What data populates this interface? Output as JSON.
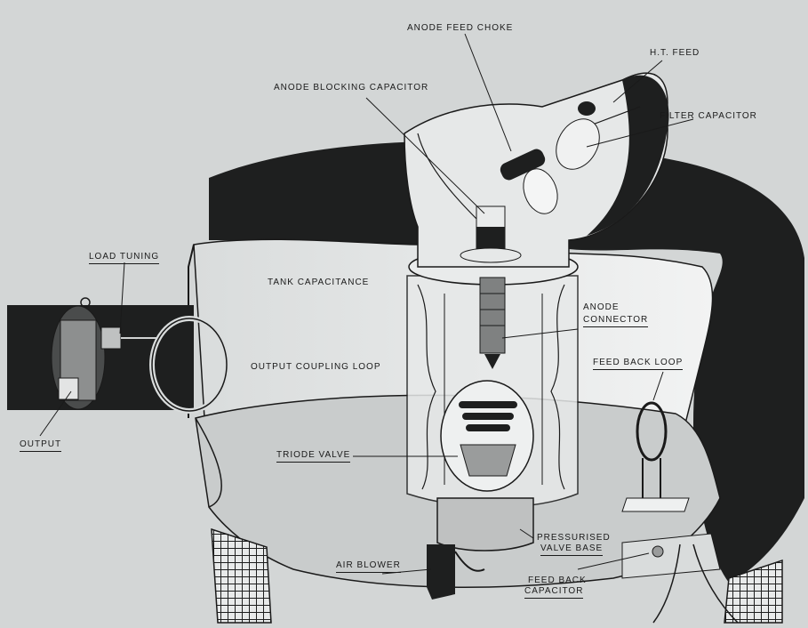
{
  "labels": {
    "anode_feed_choke": "ANODE FEED CHOKE",
    "ht_feed": "H.T. FEED",
    "anode_blocking_capacitor": "ANODE BLOCKING CAPACITOR",
    "filter_capacitor": "FILTER CAPACITOR",
    "load_tuning": "LOAD TUNING",
    "tank_capacitance": "TANK CAPACITANCE",
    "anode_connector_1": "ANODE",
    "anode_connector_2": "CONNECTOR",
    "output_coupling_loop": "OUTPUT COUPLING LOOP",
    "feed_back_loop": "FEED BACK LOOP",
    "output": "OUTPUT",
    "triode_valve": "TRIODE VALVE",
    "pressurised_valve_base_1": "PRESSURISED",
    "pressurised_valve_base_2": "VALVE BASE",
    "air_blower": "AIR BLOWER",
    "feed_back_capacitor_1": "FEED BACK",
    "feed_back_capacitor_2": "CAPACITOR"
  },
  "colors": {
    "paper": "#d3d6d6",
    "shell_dark": "#1e1f1f",
    "cavity_light": "#eceeee",
    "floor": "#c9cccc",
    "line": "#1a1a1a"
  }
}
